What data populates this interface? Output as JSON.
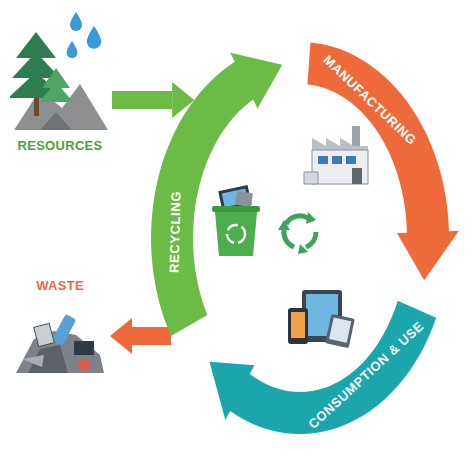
{
  "diagram": {
    "nodes": [
      {
        "text": [
          "RESOURCES"
        ]
      },
      {
        "text": [
          "MANUFACTURING"
        ]
      },
      {
        "text": [
          "CONSUMPTION & USE"
        ]
      },
      {
        "text": [
          "RECYCLING"
        ]
      },
      {
        "text": [
          "WASTE"
        ]
      }
    ],
    "edges": [
      {
        "from": 0,
        "to": 3,
        "arrow": "to"
      },
      {
        "from": 3,
        "to": 4,
        "arrow": "to"
      }
    ]
  }
}
